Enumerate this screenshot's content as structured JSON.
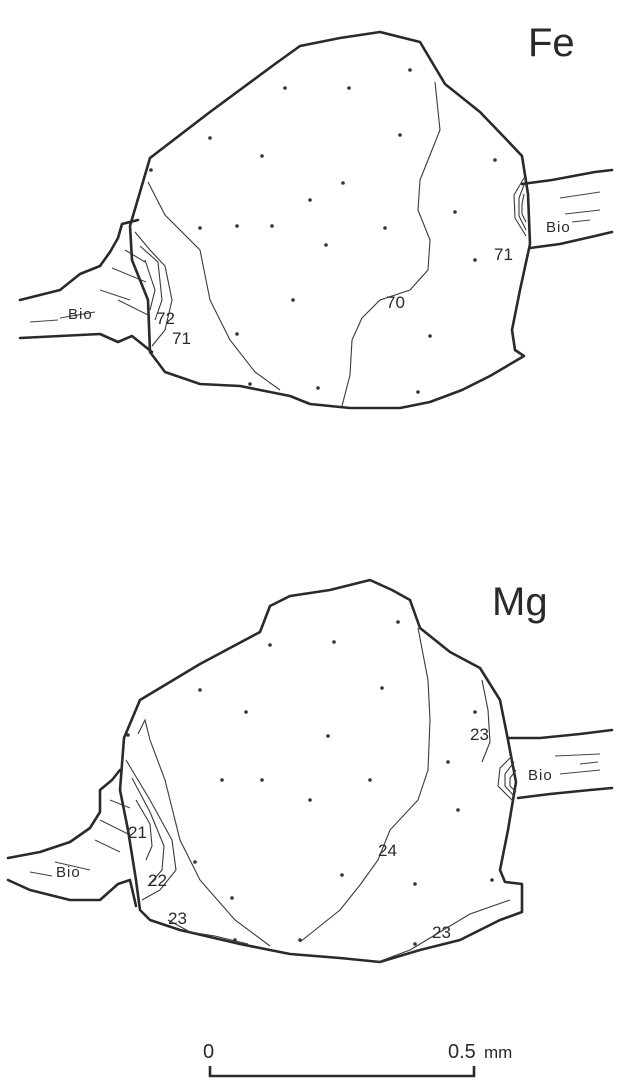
{
  "maps": [
    {
      "element": "Fe",
      "mineral_label_left": "Bio",
      "mineral_label_right": "Bio",
      "contour_labels": [
        "72",
        "71",
        "70",
        "71"
      ]
    },
    {
      "element": "Mg",
      "mineral_label_left": "Bio",
      "mineral_label_right": "Bio",
      "contour_labels": [
        "21",
        "22",
        "23",
        "24",
        "23",
        "23"
      ]
    }
  ],
  "scale_bar": {
    "start_label": "0",
    "end_label": "0.5",
    "unit": "mm"
  }
}
